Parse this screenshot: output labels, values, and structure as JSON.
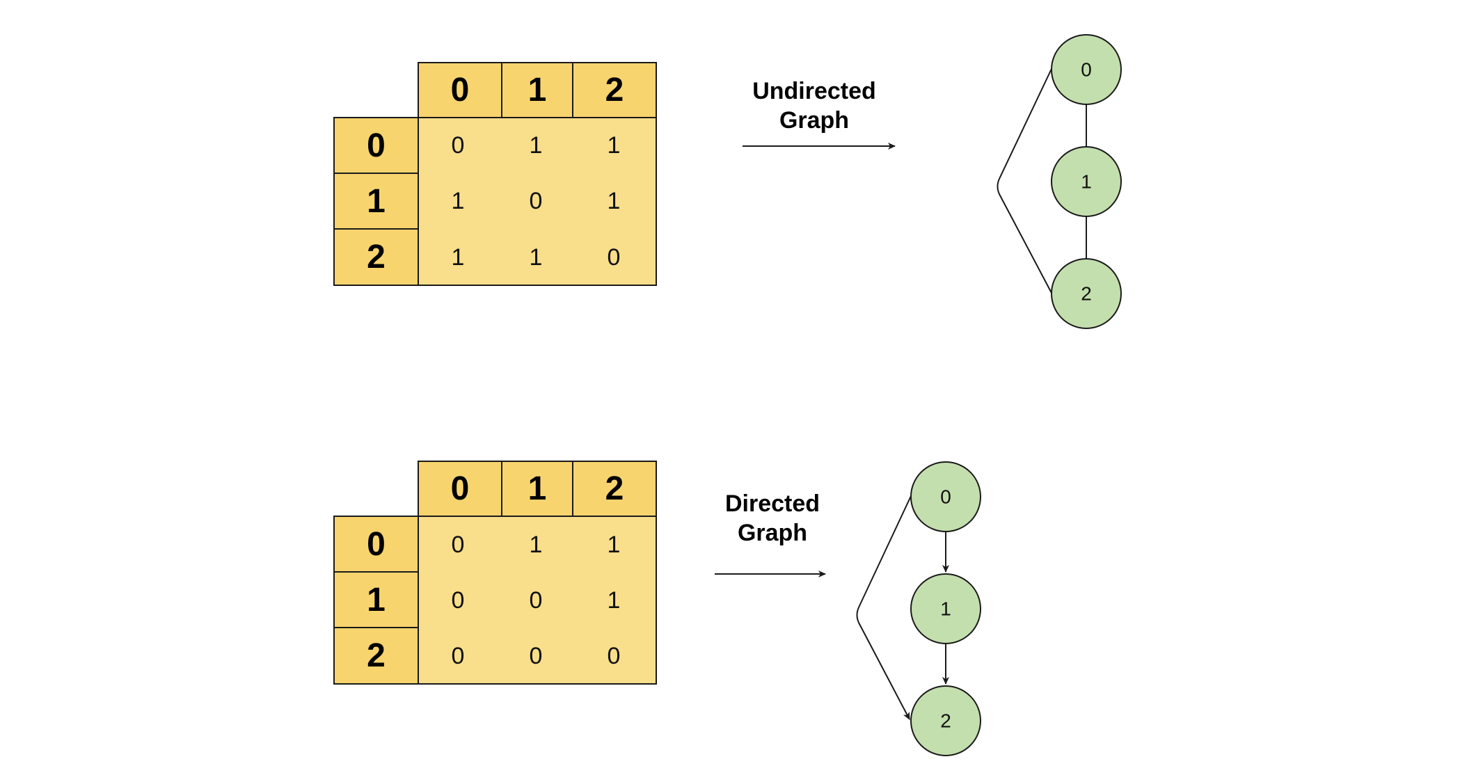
{
  "top": {
    "col_headers": [
      "0",
      "1",
      "2"
    ],
    "row_headers": [
      "0",
      "1",
      "2"
    ],
    "matrix": [
      [
        "0",
        "1",
        "1"
      ],
      [
        "1",
        "0",
        "1"
      ],
      [
        "1",
        "1",
        "0"
      ]
    ],
    "label_line1": "Undirected",
    "label_line2": "Graph",
    "nodes": [
      "0",
      "1",
      "2"
    ]
  },
  "bottom": {
    "col_headers": [
      "0",
      "1",
      "2"
    ],
    "row_headers": [
      "0",
      "1",
      "2"
    ],
    "matrix": [
      [
        "0",
        "1",
        "1"
      ],
      [
        "0",
        "0",
        "1"
      ],
      [
        "0",
        "0",
        "0"
      ]
    ],
    "label_line1": "Directed",
    "label_line2": "Graph",
    "nodes": [
      "0",
      "1",
      "2"
    ]
  },
  "colors": {
    "header_fill": "#f8d46e",
    "body_fill": "#f9de8b",
    "node_fill": "#c4dfae",
    "stroke": "#1a1a1a"
  }
}
